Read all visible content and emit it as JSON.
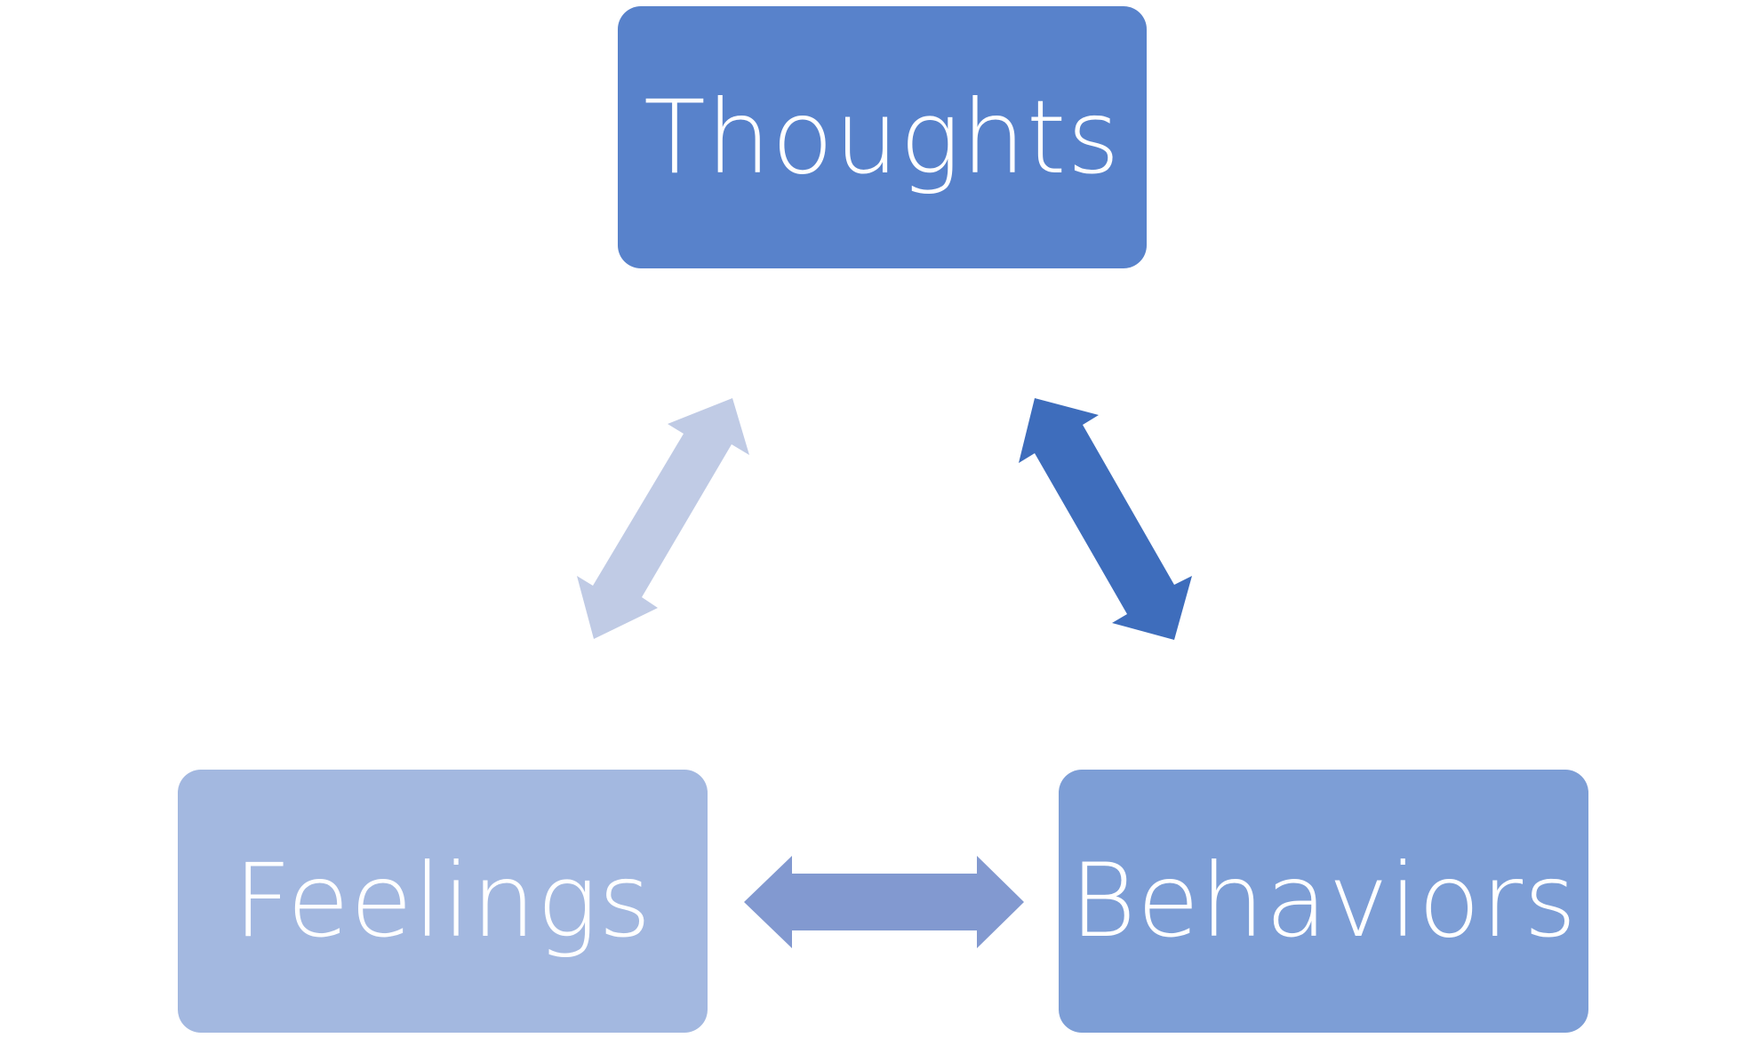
{
  "diagram": {
    "nodes": {
      "thoughts": {
        "label": "Thoughts",
        "color": "#5882CB"
      },
      "feelings": {
        "label": "Feelings",
        "color": "#A3B8E0"
      },
      "behaviors": {
        "label": "Behaviors",
        "color": "#7D9ED6"
      }
    },
    "arrows": {
      "thoughts_feelings": {
        "color": "#C0CBE5",
        "type": "bidirectional"
      },
      "thoughts_behaviors": {
        "color": "#3E6DBC",
        "type": "bidirectional"
      },
      "feelings_behaviors": {
        "color": "#8299D0",
        "type": "bidirectional"
      }
    }
  }
}
